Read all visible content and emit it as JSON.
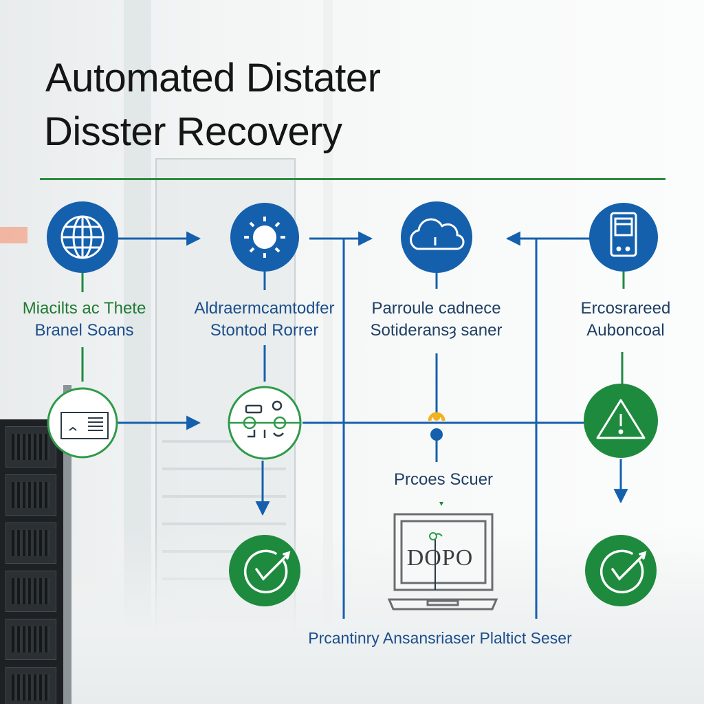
{
  "title": {
    "line1": "Automated Distater",
    "line2": "Disster Recovery"
  },
  "colors": {
    "blue": "#1560ad",
    "green": "#1e8a3e",
    "divider": "#2e8b3e"
  },
  "nodes": {
    "globe": {
      "icon": "globe-icon",
      "label_line1": "Miacilts ac Thete",
      "label_line2": "Branel Soans"
    },
    "sun": {
      "icon": "sun-icon",
      "label_line1": "Aldraermcamtodfer",
      "label_line2": "Stontod Rorrer"
    },
    "cloud": {
      "icon": "cloud-icon",
      "label_line1": "Parroule cadnece",
      "label_line2": "Sotideransȝ saner"
    },
    "device": {
      "icon": "mobile-device-icon",
      "label_line1": "Ercosrareed",
      "label_line2": "Auboncoal"
    },
    "monitor": {
      "icon": "monitor-window-icon"
    },
    "hub": {
      "icon": "process-hub-icon"
    },
    "junction": {
      "icon": "junction-marker-icon"
    },
    "warning": {
      "icon": "warning-icon"
    },
    "check1": {
      "icon": "check-gauge-icon"
    },
    "check2": {
      "icon": "check-gauge-icon"
    },
    "laptop": {
      "icon": "laptop-icon",
      "screen_text": "DOPO"
    }
  },
  "labels": {
    "process": "Prcoes Scuer",
    "bottom": "Prcantinry Ansansriaser Plaltict Seser"
  }
}
